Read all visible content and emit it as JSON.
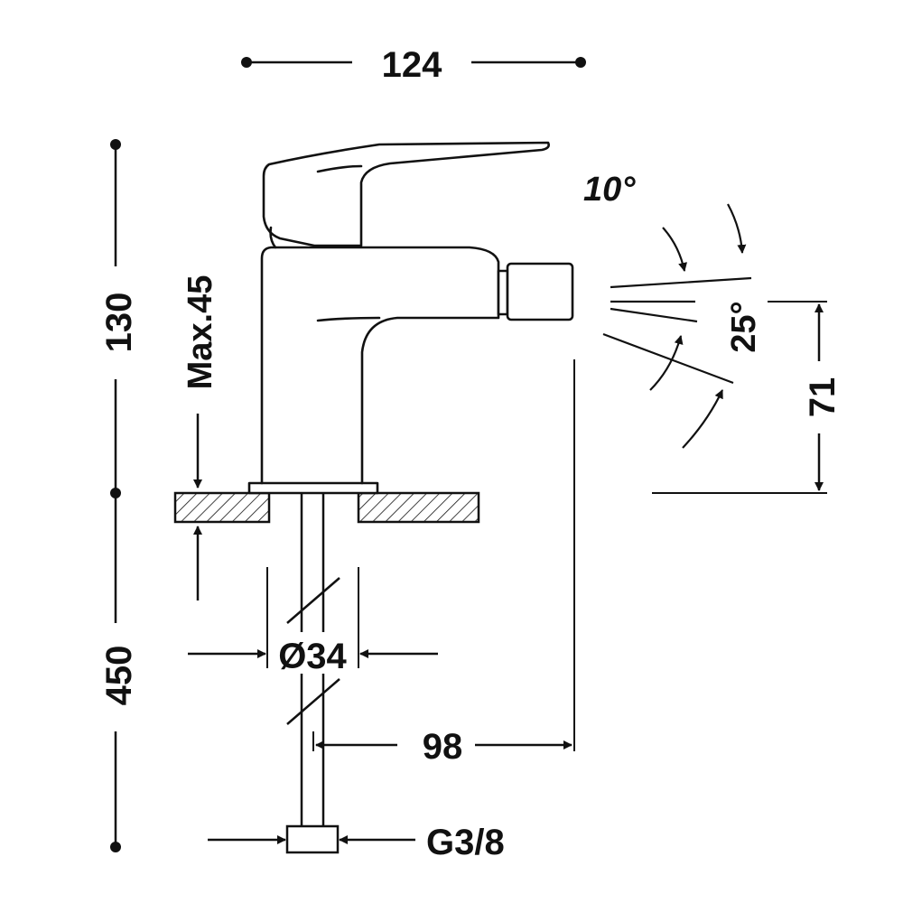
{
  "dimensions": {
    "width_top": "124",
    "height_upper": "130",
    "height_lower": "450",
    "max_deck": "Max.45",
    "angle_upper": "10°",
    "angle_lower": "25°",
    "spout_height": "71",
    "hole_diameter": "Ø34",
    "spout_reach": "98",
    "connection": "G3/8"
  },
  "colors": {
    "line": "#111111",
    "background": "#ffffff"
  }
}
